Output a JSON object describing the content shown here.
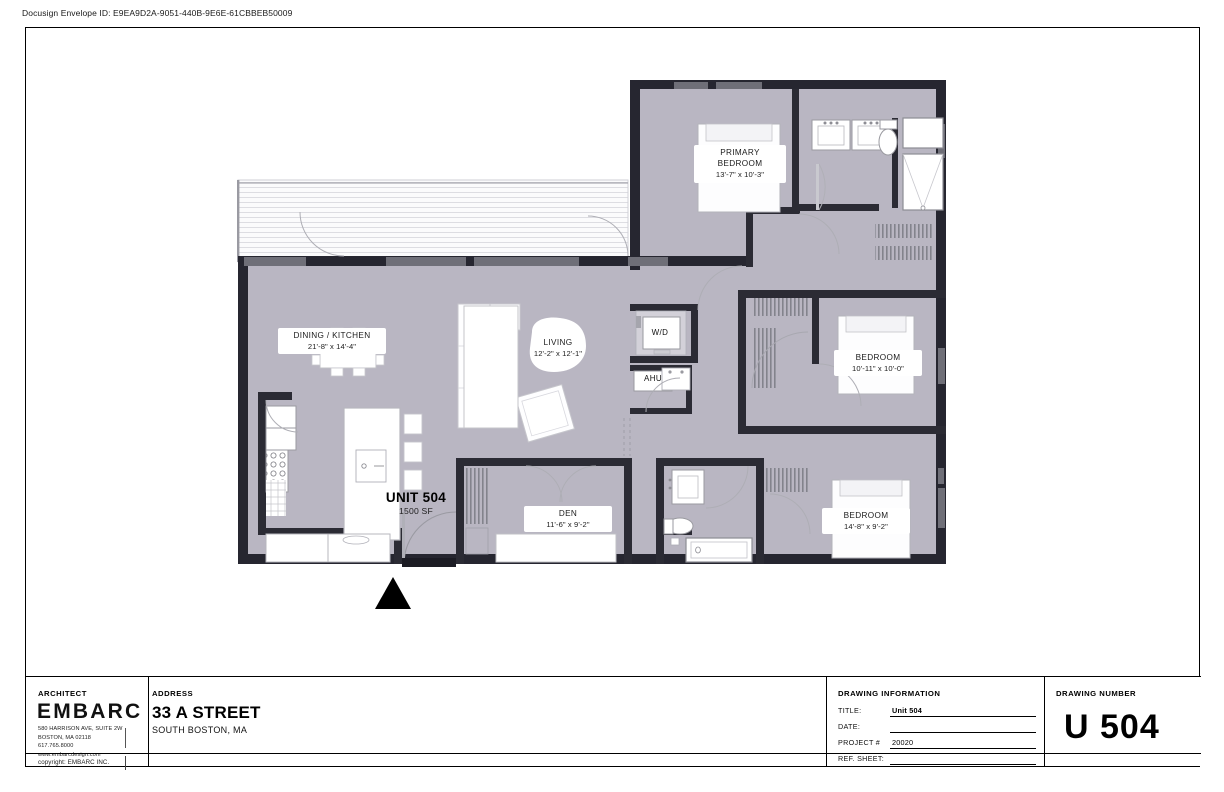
{
  "docusign": {
    "envelope_label": "Docusign Envelope ID: E9EA9D2A-9051-440B-9E6E-61CBBEB50009"
  },
  "plan": {
    "unit": {
      "name": "UNIT 504",
      "area": "1500 SF"
    },
    "rooms": [
      {
        "id": "primary-bedroom",
        "name": "PRIMARY BEDROOM",
        "name_line1": "PRIMARY",
        "name_line2": "BEDROOM",
        "dimensions": "13'-7\" x 10'-3\""
      },
      {
        "id": "dining-kitchen",
        "name": "DINING / KITCHEN",
        "dimensions": "21'-8\" x 14'-4\""
      },
      {
        "id": "living",
        "name": "LIVING",
        "dimensions": "12'-2\" x 12'-1\""
      },
      {
        "id": "bedroom-2",
        "name": "BEDROOM",
        "dimensions": "10'-11\" x 10'-0\""
      },
      {
        "id": "bedroom-3",
        "name": "BEDROOM",
        "dimensions": "14'-8\" x 9'-2\""
      },
      {
        "id": "den",
        "name": "DEN",
        "dimensions": "11'-6\" x 9'-2\""
      }
    ],
    "utility_labels": [
      {
        "id": "washer-dryer",
        "text": "W/D"
      },
      {
        "id": "air-handling-unit",
        "text": "AHU"
      }
    ],
    "north_arrow": "north-arrow"
  },
  "title_block": {
    "architect": {
      "heading": "ARCHITECT",
      "logo_text": "EMBARC",
      "address_lines": [
        "580 HARRISON AVE, SUITE 2W",
        "BOSTON, MA 02118",
        "617.765.8000",
        "www.embarcdesign.com"
      ],
      "copyright": "copyright: EMBARC INC."
    },
    "address": {
      "heading": "ADDRESS",
      "street": "33 A STREET",
      "city_state": "SOUTH BOSTON, MA"
    },
    "drawing_information": {
      "heading": "DRAWING INFORMATION",
      "rows": [
        {
          "label": "TITLE:",
          "value": "Unit 504"
        },
        {
          "label": "DATE:",
          "value": ""
        },
        {
          "label": "PROJECT #",
          "value": "20020"
        },
        {
          "label": "REF. SHEET:",
          "value": ""
        }
      ]
    },
    "drawing_number": {
      "heading": "DRAWING NUMBER",
      "value": "U 504"
    }
  },
  "colors": {
    "paper": "#ffffff",
    "floor_fill": "#b9b6c2",
    "wall": "#1c1c1c",
    "wall_light": "#6f6f78",
    "fixture_white": "#ffffff",
    "fixture_stroke": "#8a8a90",
    "balcony": "#f4f4f6"
  }
}
